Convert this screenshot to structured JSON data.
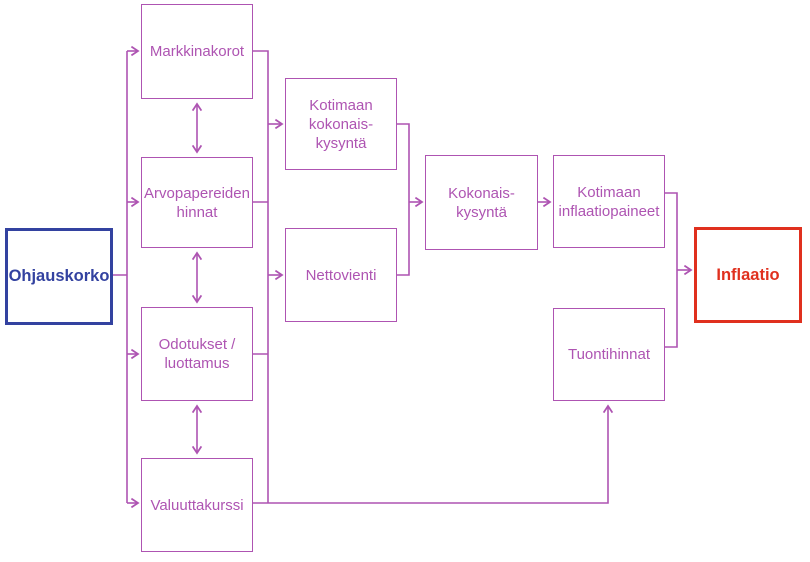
{
  "diagram": {
    "colors": {
      "channel_purple": "#ae54b2",
      "input_blue": "#3342a0",
      "output_red": "#e0301e",
      "background": "#ffffff"
    },
    "nodes": [
      {
        "id": "ohjauskorko",
        "label": "Ohjauskorko",
        "role": "input"
      },
      {
        "id": "markkinakorot",
        "label": "Markkinakorot",
        "role": "channel"
      },
      {
        "id": "arvopapereiden-hinnat",
        "label": "Arvopapereiden\nhinnat",
        "role": "channel"
      },
      {
        "id": "odotukset-luottamus",
        "label": "Odotukset /\nluottamus",
        "role": "channel"
      },
      {
        "id": "valuuttakurssi",
        "label": "Valuuttakurssi",
        "role": "channel"
      },
      {
        "id": "kotimaan-kokonaiskysynta",
        "label": "Kotimaan\nkokonais-\nkysyntä",
        "role": "channel"
      },
      {
        "id": "nettovienti",
        "label": "Nettovienti",
        "role": "channel"
      },
      {
        "id": "kokonaiskysynta",
        "label": "Kokonais-\nkysyntä",
        "role": "channel"
      },
      {
        "id": "kotimaan-inflaatiopaineet",
        "label": "Kotimaan\ninflaatiopaineet",
        "role": "channel"
      },
      {
        "id": "tuontihinnat",
        "label": "Tuontihinnat",
        "role": "channel"
      },
      {
        "id": "inflaatio",
        "label": "Inflaatio",
        "role": "output"
      }
    ],
    "edges": [
      {
        "from": "ohjauskorko",
        "to": "markkinakorot"
      },
      {
        "from": "ohjauskorko",
        "to": "arvopapereiden-hinnat"
      },
      {
        "from": "ohjauskorko",
        "to": "odotukset-luottamus"
      },
      {
        "from": "ohjauskorko",
        "to": "valuuttakurssi"
      },
      {
        "from": "markkinakorot",
        "to": "arvopapereiden-hinnat",
        "bidirectional": true
      },
      {
        "from": "arvopapereiden-hinnat",
        "to": "odotukset-luottamus",
        "bidirectional": true
      },
      {
        "from": "odotukset-luottamus",
        "to": "valuuttakurssi",
        "bidirectional": true
      },
      {
        "from": "markkinakorot",
        "to": "kotimaan-kokonaiskysynta",
        "via": "merged-trunk"
      },
      {
        "from": "arvopapereiden-hinnat",
        "to": "kotimaan-kokonaiskysynta",
        "via": "merged-trunk"
      },
      {
        "from": "odotukset-luottamus",
        "to": "nettovienti",
        "via": "merged-trunk"
      },
      {
        "from": "valuuttakurssi",
        "to": "tuontihinnat"
      },
      {
        "from": "kotimaan-kokonaiskysynta",
        "to": "kokonaiskysynta"
      },
      {
        "from": "nettovienti",
        "to": "kokonaiskysynta"
      },
      {
        "from": "kokonaiskysynta",
        "to": "kotimaan-inflaatiopaineet"
      },
      {
        "from": "kotimaan-inflaatiopaineet",
        "to": "inflaatio"
      },
      {
        "from": "tuontihinnat",
        "to": "inflaatio"
      }
    ]
  }
}
